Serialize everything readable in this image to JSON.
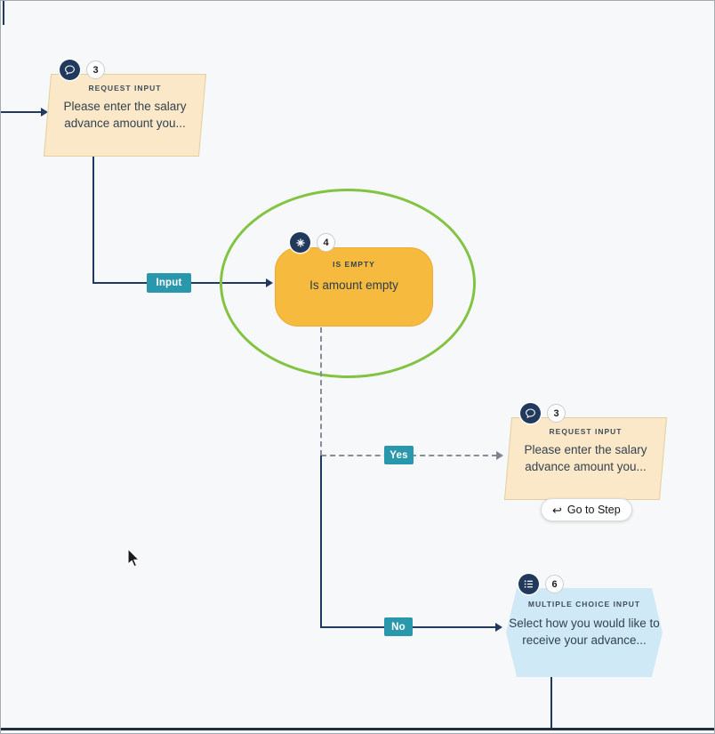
{
  "colors": {
    "teal_accent": "#2a98ac",
    "navy": "#20395c",
    "highlight_green": "#82c342",
    "request_input_fill": "#fbe8c8",
    "condition_fill": "#f6ba3f",
    "multiple_choice_fill": "#cfeaf6"
  },
  "edges": {
    "input_label": "Input",
    "yes_label": "Yes",
    "no_label": "No"
  },
  "nodes": {
    "request_input_left": {
      "step": "3",
      "type_label": "REQUEST INPUT",
      "text": "Please enter the salary advance amount you...",
      "icon": "chat-icon"
    },
    "is_empty": {
      "step": "4",
      "type_label": "IS EMPTY",
      "text": "Is amount empty",
      "icon": "condition-icon"
    },
    "request_input_right": {
      "step": "3",
      "type_label": "REQUEST INPUT",
      "text": "Please enter the salary advance amount you...",
      "icon": "chat-icon",
      "action_label": "Go to Step"
    },
    "multiple_choice": {
      "step": "6",
      "type_label": "MULTIPLE CHOICE INPUT",
      "text": "Select how you would like to receive your advance...",
      "icon": "list-icon"
    }
  }
}
